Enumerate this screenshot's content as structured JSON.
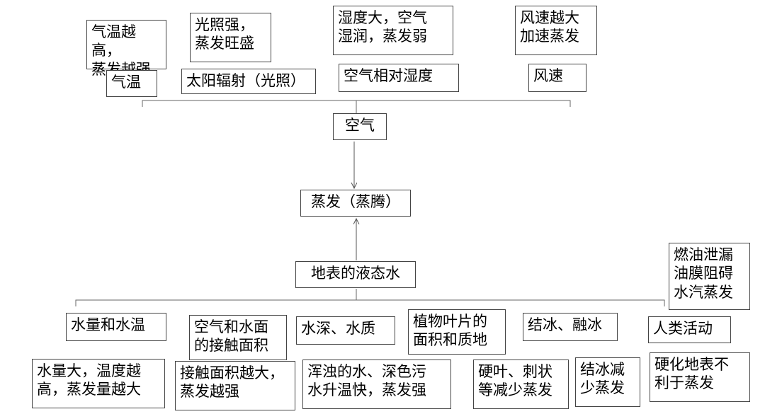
{
  "diagram": {
    "top_effects": [
      "气温越高，\n蒸发越强",
      "光照强，\n蒸发旺盛",
      "湿度大，空气\n湿润，蒸发弱",
      "风速越大\n加速蒸发"
    ],
    "air_factors": [
      "气温",
      "太阳辐射（光照）",
      "空气相对湿度",
      "风速"
    ],
    "air_node": "空气",
    "center_node": "蒸发（蒸腾）",
    "water_node": "地表的液态水",
    "human_note": "燃油泄漏\n油膜阻碍\n水汽蒸发",
    "water_factors": [
      "水量和水温",
      "空气和水面\n的接触面积",
      "水深、水质",
      "植物叶片的\n面积和质地",
      "结冰、融冰",
      "人类活动"
    ],
    "bottom_effects": [
      "水量大，温度越\n高，蒸发量越大",
      "接触面积越大，\n蒸发越强",
      "浑浊的水、深色污\n水升温快，蒸发强",
      "硬叶、刺状\n等减少蒸发",
      "结冰减\n少蒸发",
      "硬化地表不\n利于蒸发"
    ]
  }
}
